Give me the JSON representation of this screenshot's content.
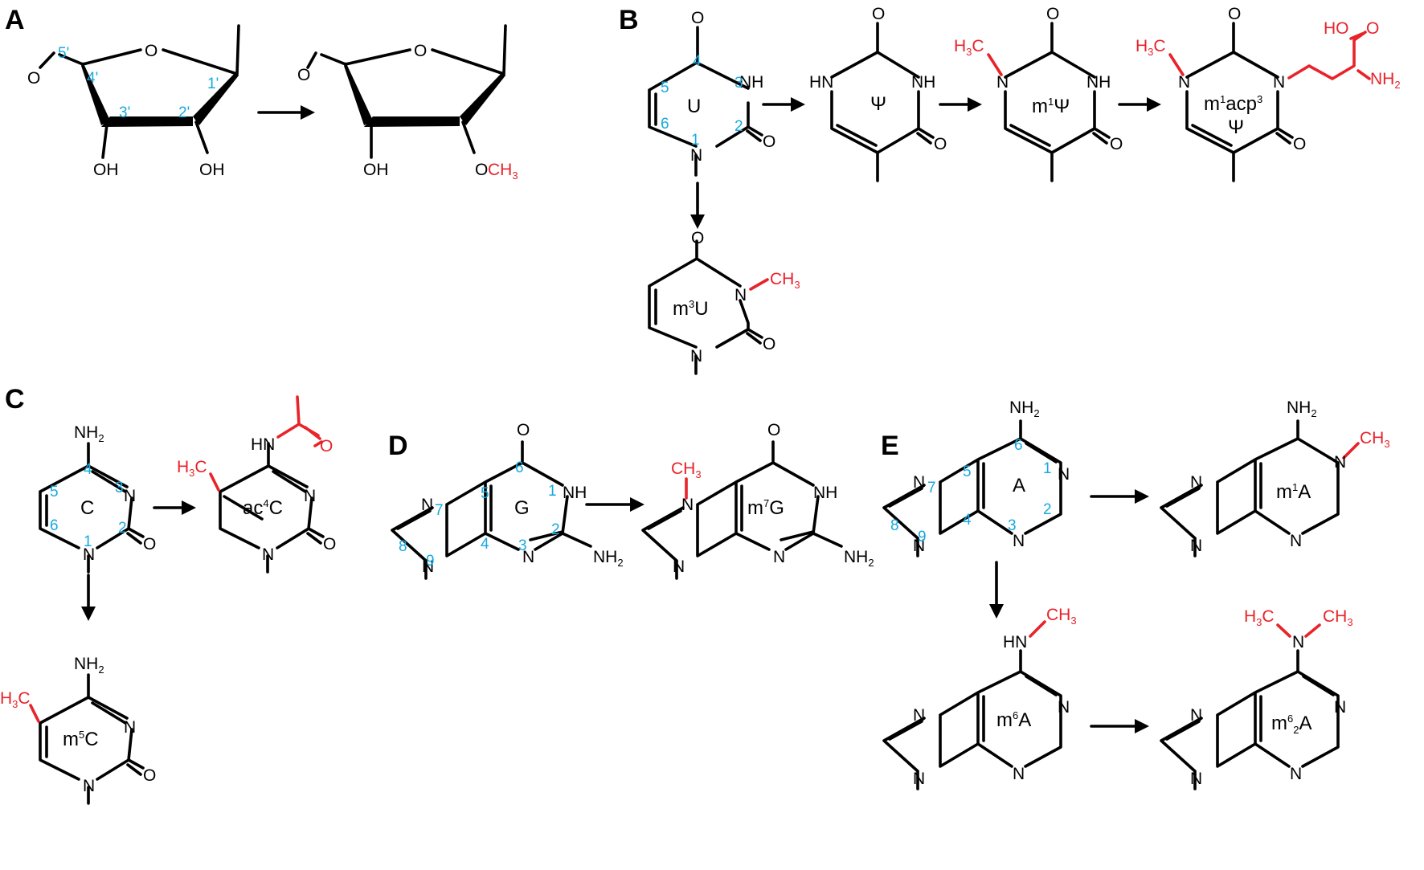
{
  "panels": [
    "A",
    "B",
    "C",
    "D",
    "E"
  ],
  "atom_labels": {
    "O": "O",
    "OH": "OH",
    "N": "N",
    "NH": "NH",
    "HN": "HN",
    "NH2": "NH",
    "two": "2",
    "three": "3",
    "H": "H",
    "C": "C",
    "HO": "HO",
    "OCH3_O": "O",
    "CH": "CH"
  },
  "position_numbers": {
    "ribose": [
      "5'",
      "4'",
      "3'",
      "2'",
      "1'"
    ],
    "pyrimidine": [
      "1",
      "2",
      "3",
      "4",
      "5",
      "6"
    ],
    "purine": [
      "1",
      "2",
      "3",
      "4",
      "5",
      "6",
      "7",
      "8",
      "9"
    ]
  },
  "nucleoside_names": {
    "U": "U",
    "psi": "Ψ",
    "m1psi": "m",
    "m1psi_sup": "1",
    "m1acp3": "m",
    "m1acp3_sup1": "1",
    "m1acp3_mid": "acp",
    "m1acp3_sup2": "3",
    "m1acp3_psi": "Ψ",
    "m3U": "m",
    "m3U_sup": "3",
    "m3U_base": "U",
    "C": "C",
    "ac4C": "ac",
    "ac4C_sup": "4",
    "ac4C_base": "C",
    "m5C": "m",
    "m5C_sup": "5",
    "m5C_base": "C",
    "G": "G",
    "m7G": "m",
    "m7G_sup": "7",
    "m7G_base": "G",
    "A": "A",
    "m1A": "m",
    "m1A_sup": "1",
    "m1A_base": "A",
    "m6A": "m",
    "m6A_sup": "6",
    "m6A_base": "A",
    "m62A": "m",
    "m62A_sup": "6",
    "m62A_sub": "2",
    "m62A_base": "A"
  },
  "colors": {
    "bond": "#000000",
    "modification": "#e8232a",
    "numbering": "#17a9e1"
  }
}
